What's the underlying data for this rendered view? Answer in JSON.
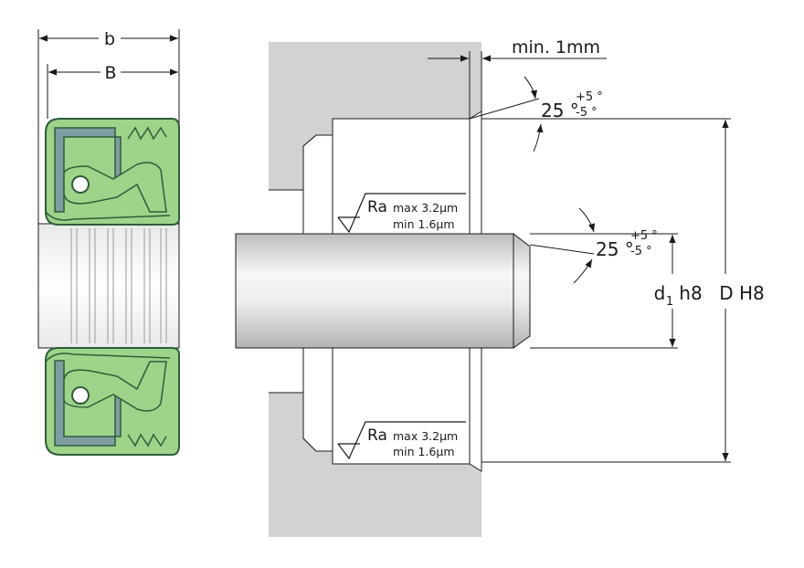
{
  "colors": {
    "seal_green": "#9ed38a",
    "seal_outline": "#2f5d3a",
    "seal_metal": "#7f9da0",
    "housing": "#d2d2d2",
    "shaft_light": "#f6f6f6",
    "shaft_dark": "#b9b9b9",
    "line": "#1a1a1a"
  },
  "dimensions": {
    "width_outer": "b",
    "width_inner": "B",
    "chamfer_min": "min. 1mm",
    "shaft_tol": "h8",
    "shaft_symbol": "d",
    "shaft_sub": "1",
    "bore_tol": "D H8"
  },
  "angles": {
    "housing": {
      "value": "25 °",
      "plus": "+5 °",
      "minus": "-5 °"
    },
    "shaft": {
      "value": "25 °",
      "plus": "+5 °",
      "minus": "-5 °"
    }
  },
  "roughness": {
    "top": {
      "symbol": "Ra",
      "max": "max 3.2µm",
      "min": "min 1.6µm"
    },
    "bottom": {
      "symbol": "Ra",
      "max": "max 3.2µm",
      "min": "min 1.6µm"
    }
  }
}
